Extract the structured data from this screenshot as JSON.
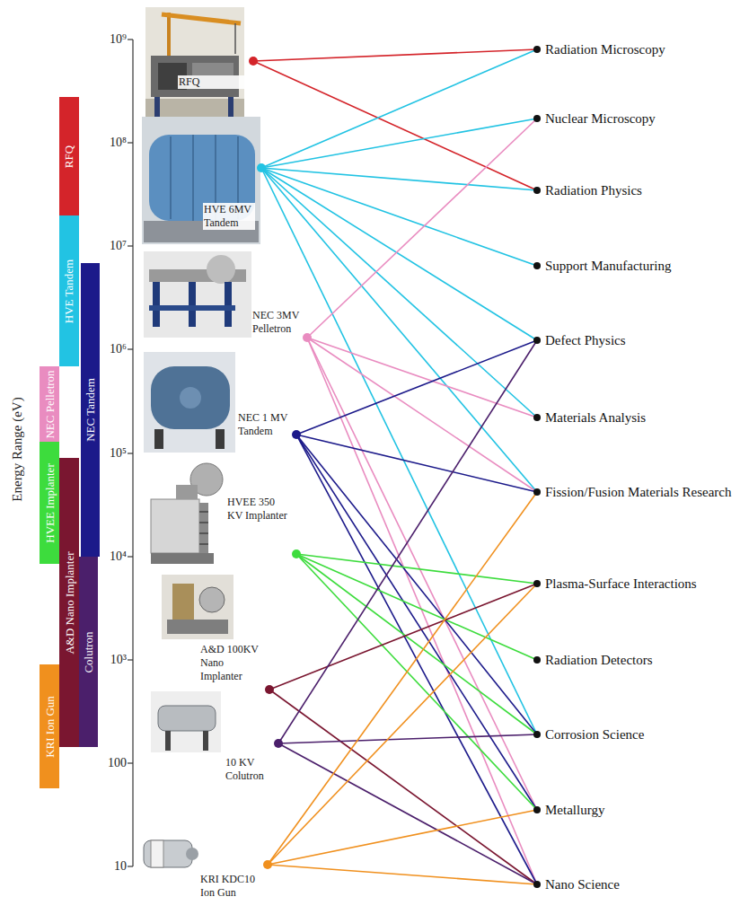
{
  "diagram": {
    "nodes": [
      {
        "text": [
          "RFQ"
        ]
      },
      {
        "text": [
          "HVE Tandem"
        ]
      },
      {
        "text": [
          "NEC Tandem"
        ]
      },
      {
        "text": [
          "NEC Pelletron"
        ]
      },
      {
        "text": [
          "HVEE Implanter"
        ]
      },
      {
        "text": [
          "A&D Nano Implanter"
        ]
      },
      {
        "text": [
          "Colutron"
        ]
      },
      {
        "text": [
          "KRI Ion Gun"
        ]
      },
      {
        "text": [
          "RFQ"
        ]
      },
      {
        "text": [
          "HVE 6MV Tandem"
        ]
      },
      {
        "text": [
          "NEC 3MV Pelletron"
        ]
      },
      {
        "text": [
          "NEC 1 MV Tandem"
        ]
      },
      {
        "text": [
          "HVEE 350 KV Implanter"
        ]
      },
      {
        "text": [
          "A&D 100KV Nano Implanter"
        ]
      },
      {
        "text": [
          "10 KV Colutron"
        ]
      },
      {
        "text": [
          "KRI KDC10 Ion Gun"
        ]
      },
      {
        "text": [
          "Radiation Microscopy"
        ]
      },
      {
        "text": [
          "Nuclear Microscopy"
        ]
      },
      {
        "text": [
          "Radiation Physics"
        ]
      },
      {
        "text": [
          "Support Manufacturing"
        ]
      },
      {
        "text": [
          "Defect Physics"
        ]
      },
      {
        "text": [
          "Materials Analysis"
        ]
      },
      {
        "text": [
          "Fission/Fusion Materials Research"
        ]
      },
      {
        "text": [
          "Plasma-Surface Interactions"
        ]
      },
      {
        "text": [
          "Radiation Detectors"
        ]
      },
      {
        "text": [
          "Corrosion Science"
        ]
      },
      {
        "text": [
          "Metallurgy"
        ]
      },
      {
        "text": [
          "Nano Science"
        ]
      }
    ],
    "edges": [
      {
        "from": 8,
        "to": 16,
        "arrow": "none"
      },
      {
        "from": 8,
        "to": 18,
        "arrow": "none"
      },
      {
        "from": 9,
        "to": 16,
        "arrow": "none"
      },
      {
        "from": 9,
        "to": 17,
        "arrow": "none"
      },
      {
        "from": 9,
        "to": 18,
        "arrow": "none"
      },
      {
        "from": 9,
        "to": 19,
        "arrow": "none"
      },
      {
        "from": 9,
        "to": 20,
        "arrow": "none"
      },
      {
        "from": 9,
        "to": 21,
        "arrow": "none"
      },
      {
        "from": 9,
        "to": 22,
        "arrow": "none"
      },
      {
        "from": 9,
        "to": 25,
        "arrow": "none"
      },
      {
        "from": 10,
        "to": 17,
        "arrow": "none"
      },
      {
        "from": 10,
        "to": 21,
        "arrow": "none"
      },
      {
        "from": 10,
        "to": 22,
        "arrow": "none"
      },
      {
        "from": 10,
        "to": 26,
        "arrow": "none"
      },
      {
        "from": 10,
        "to": 27,
        "arrow": "none"
      },
      {
        "from": 11,
        "to": 20,
        "arrow": "none"
      },
      {
        "from": 11,
        "to": 22,
        "arrow": "none"
      },
      {
        "from": 11,
        "to": 25,
        "arrow": "none"
      },
      {
        "from": 11,
        "to": 26,
        "arrow": "none"
      },
      {
        "from": 11,
        "to": 27,
        "arrow": "none"
      },
      {
        "from": 12,
        "to": 23,
        "arrow": "none"
      },
      {
        "from": 12,
        "to": 24,
        "arrow": "none"
      },
      {
        "from": 12,
        "to": 25,
        "arrow": "none"
      },
      {
        "from": 12,
        "to": 26,
        "arrow": "none"
      },
      {
        "from": 13,
        "to": 23,
        "arrow": "none"
      },
      {
        "from": 13,
        "to": 27,
        "arrow": "none"
      },
      {
        "from": 14,
        "to": 20,
        "arrow": "none"
      },
      {
        "from": 14,
        "to": 25,
        "arrow": "none"
      },
      {
        "from": 14,
        "to": 27,
        "arrow": "none"
      },
      {
        "from": 15,
        "to": 22,
        "arrow": "none"
      },
      {
        "from": 15,
        "to": 23,
        "arrow": "none"
      },
      {
        "from": 15,
        "to": 26,
        "arrow": "none"
      },
      {
        "from": 15,
        "to": 27,
        "arrow": "none"
      }
    ],
    "labels": [
      "Energy Range (eV)",
      "10⁹",
      "10⁸",
      "10⁷",
      "10⁶",
      "10⁵",
      "10⁴",
      "10³",
      "100",
      "10"
    ]
  }
}
